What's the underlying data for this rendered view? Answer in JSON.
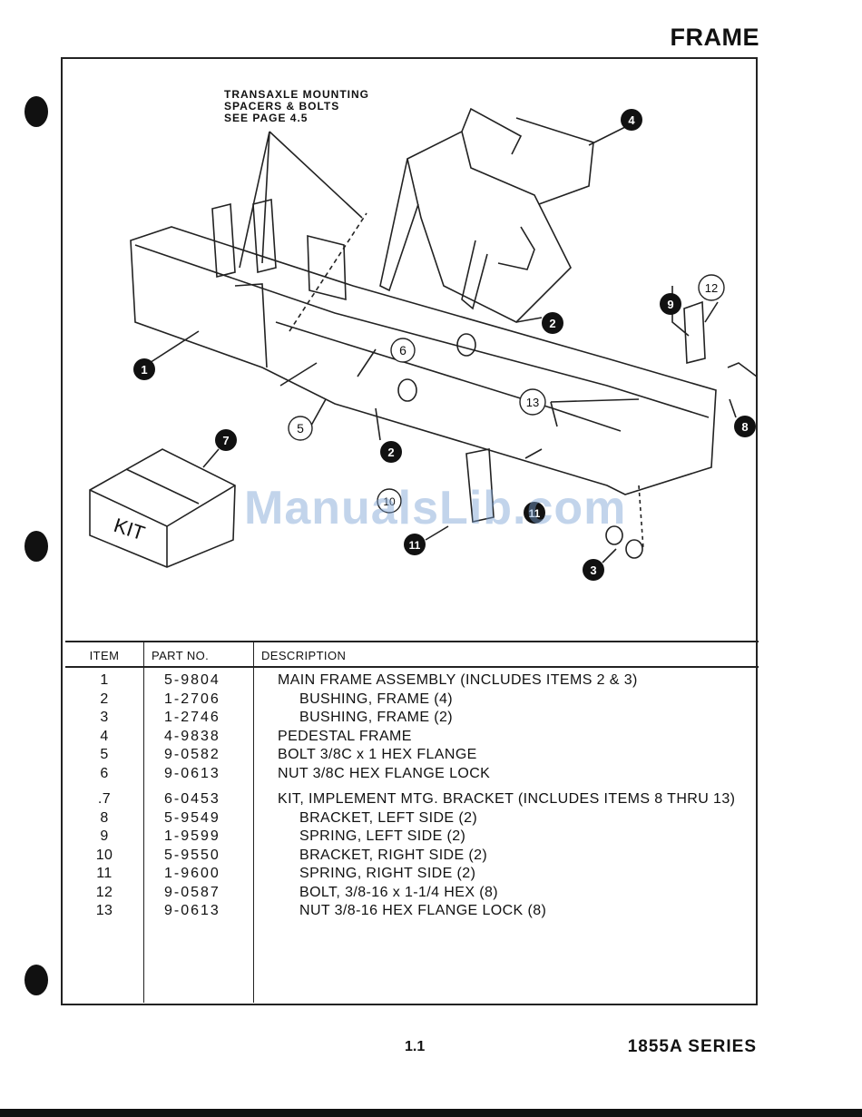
{
  "header": {
    "title": "FRAME"
  },
  "diagram": {
    "note": "TRANSAXLE MOUNTING\nSPACERS & BOLTS\nSEE PAGE 4.5",
    "kit_label": "KIT",
    "callouts": {
      "c1": "1",
      "c2a": "2",
      "c2b": "2",
      "c3": "3",
      "c4": "4",
      "c5": "5",
      "c6": "6",
      "c7": "7",
      "c8": "8",
      "c9": "9",
      "c10": "10",
      "c11a": "11",
      "c11b": "11",
      "c12": "12",
      "c13": "13"
    }
  },
  "watermark": "ManualsLib.com",
  "table": {
    "headers": {
      "item": "ITEM",
      "part": "PART NO.",
      "desc": "DESCRIPTION"
    },
    "rows": [
      {
        "item": "1",
        "part": "5-9804",
        "desc": "MAIN FRAME ASSEMBLY (INCLUDES ITEMS  2 & 3)"
      },
      {
        "item": "2",
        "part": "1-2706",
        "desc": "BUSHING, FRAME (4)"
      },
      {
        "item": "3",
        "part": "1-2746",
        "desc": "BUSHING, FRAME (2)"
      },
      {
        "item": "4",
        "part": "4-9838",
        "desc": "PEDESTAL FRAME"
      },
      {
        "item": "5",
        "part": "9-0582",
        "desc": "BOLT   3/8C x 1 HEX FLANGE"
      },
      {
        "item": "6",
        "part": "9-0613",
        "desc": "NUT   3/8C  HEX FLANGE LOCK"
      },
      {
        "item": ".7",
        "part": "6-0453",
        "desc": "KIT, IMPLEMENT MTG. BRACKET (INCLUDES ITEMS 8 THRU 13)"
      },
      {
        "item": "8",
        "part": "5-9549",
        "desc": "BRACKET, LEFT SIDE (2)"
      },
      {
        "item": "9",
        "part": "1-9599",
        "desc": "SPRING, LEFT SIDE (2)"
      },
      {
        "item": "10",
        "part": "5-9550",
        "desc": "BRACKET, RIGHT SIDE  (2)"
      },
      {
        "item": "11",
        "part": "1-9600",
        "desc": "SPRING,  RIGHT SIDE (2)"
      },
      {
        "item": "12",
        "part": "9-0587",
        "desc": "BOLT,  3/8-16 x 1-1/4  HEX (8)"
      },
      {
        "item": "13",
        "part": "9-0613",
        "desc": "NUT   3/8-16 HEX FLANGE LOCK  (8)"
      }
    ]
  },
  "footer": {
    "page": "1.1",
    "series": "1855A SERIES"
  }
}
